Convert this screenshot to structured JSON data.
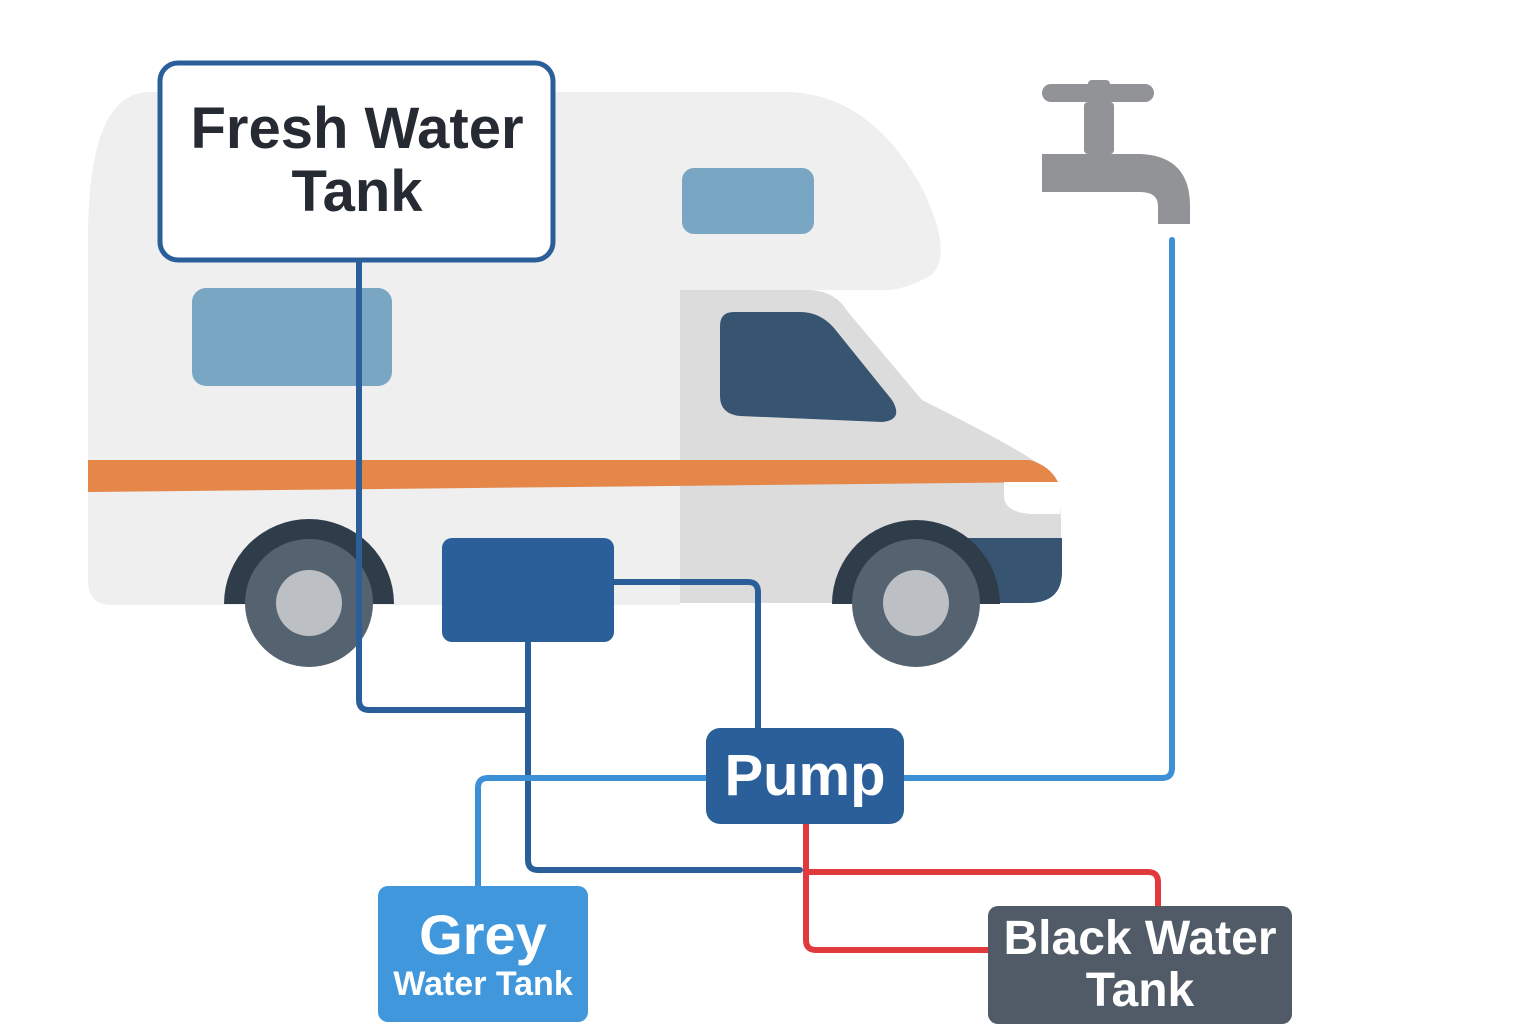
{
  "diagram": {
    "fresh_tank": {
      "line1": "Fresh Water",
      "line2": "Tank"
    },
    "pump": {
      "label": "Pump"
    },
    "grey_tank": {
      "line1": "Grey",
      "line2": "Water Tank"
    },
    "black_tank": {
      "line1": "Black Water",
      "line2": "Tank"
    }
  },
  "icons": [
    "rv-icon",
    "faucet-icon",
    "water-heater-box"
  ],
  "colors": {
    "background": "#ffffff",
    "rv_body": "#efefef",
    "rv_cab": "#dcdcdd",
    "rv_stripe": "#e6874a",
    "rv_window": "#79a7c3",
    "cab_window": "#375470",
    "tire": "#556270",
    "hubcap": "#bcc0c4",
    "pipe_dark": "#2b5f99",
    "pipe_light": "#3d8fd6",
    "pipe_red": "#e0393e",
    "fresh_tank_border": "#2b5f99",
    "pump_fill": "#2b5f99",
    "grey_tank_fill": "#4197db",
    "black_tank_fill": "#515b67",
    "faucet": "#919396"
  }
}
